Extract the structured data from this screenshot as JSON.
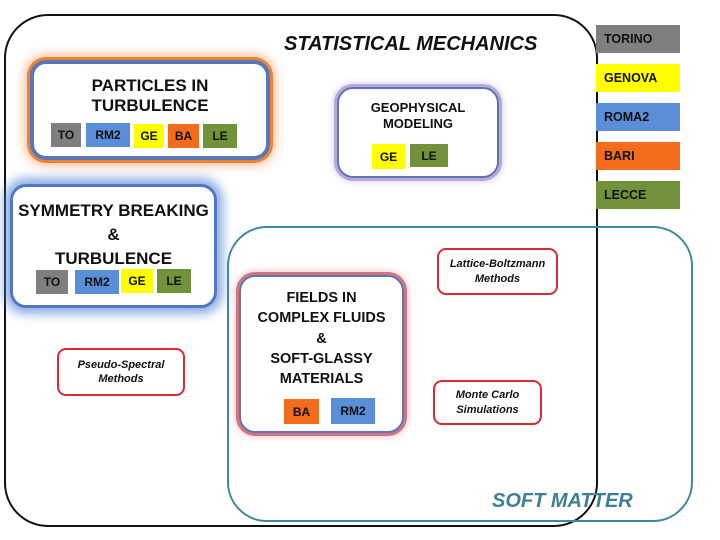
{
  "colors": {
    "torino": "#7f7f7f",
    "genova": "#ffff00",
    "roma2": "#5a8ed6",
    "bari": "#f26c1c",
    "lecce": "#71913b",
    "stat_border": "#111111",
    "soft_border": "#3d8a9e",
    "method_border": "#d92a35"
  },
  "regions": {
    "statistical_mechanics": "STATISTICAL MECHANICS",
    "soft_matter": "SOFT MATTER"
  },
  "legend": [
    {
      "label": "TORINO",
      "color": "#7f7f7f"
    },
    {
      "label": "GENOVA",
      "color": "#ffff00"
    },
    {
      "label": "ROMA2",
      "color": "#5a8ed6"
    },
    {
      "label": "BARI",
      "color": "#f26c1c"
    },
    {
      "label": "LECCE",
      "color": "#71913b"
    }
  ],
  "topics": {
    "particles": {
      "title_line1": "PARTICLES IN",
      "title_line2": "TURBULENCE",
      "tags": [
        "TO",
        "RM2",
        "GE",
        "BA",
        "LE"
      ]
    },
    "geophysical": {
      "title_line1": "GEOPHYSICAL",
      "title_line2": "MODELING",
      "tags": [
        "GE",
        "LE"
      ]
    },
    "symmetry": {
      "title_line1": "SYMMETRY BREAKING",
      "title_line2": "&",
      "title_line3": "TURBULENCE",
      "tags": [
        "TO",
        "RM2",
        "GE",
        "LE"
      ]
    },
    "fields": {
      "title_line1": "FIELDS IN",
      "title_line2": "COMPLEX FLUIDS",
      "title_line3": "&",
      "title_line4": "SOFT-GLASSY",
      "title_line5": "MATERIALS",
      "tags": [
        "BA",
        "RM2"
      ]
    }
  },
  "methods": {
    "lattice_boltzmann": {
      "line1": "Lattice-Boltzmann",
      "line2": "Methods"
    },
    "pseudo_spectral": {
      "line1": "Pseudo-Spectral",
      "line2": "Methods"
    },
    "monte_carlo": {
      "line1": "Monte Carlo",
      "line2": "Simulations"
    }
  }
}
